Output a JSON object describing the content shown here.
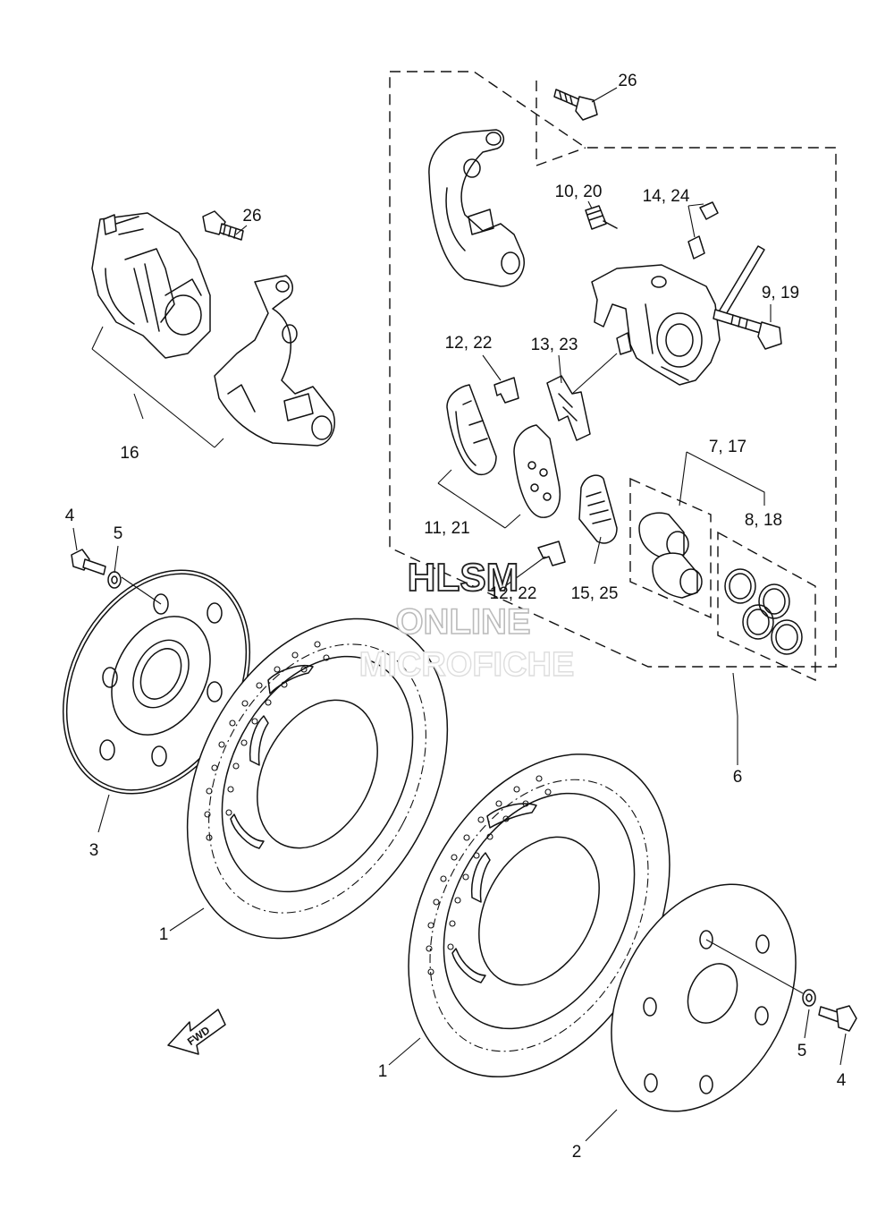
{
  "labels": {
    "l26a": "26",
    "l26b": "26",
    "l10_20": "10, 20",
    "l14_24": "14, 24",
    "l9_19": "9, 19",
    "l12_22a": "12, 22",
    "l13_23": "13, 23",
    "l16": "16",
    "l7_17": "7, 17",
    "l8_18": "8, 18",
    "l11_21": "11, 21",
    "l12_22b": "12, 22",
    "l15_25": "15, 25",
    "l4a": "4",
    "l5a": "5",
    "l3": "3",
    "l6": "6",
    "l1a": "1",
    "l1b": "1",
    "l5b": "5",
    "l4b": "4",
    "l2": "2"
  },
  "watermark": {
    "line1": "HLSM",
    "line2": "ONLINE",
    "line3": "MICROFICHE"
  },
  "fwd_label": "FWD"
}
